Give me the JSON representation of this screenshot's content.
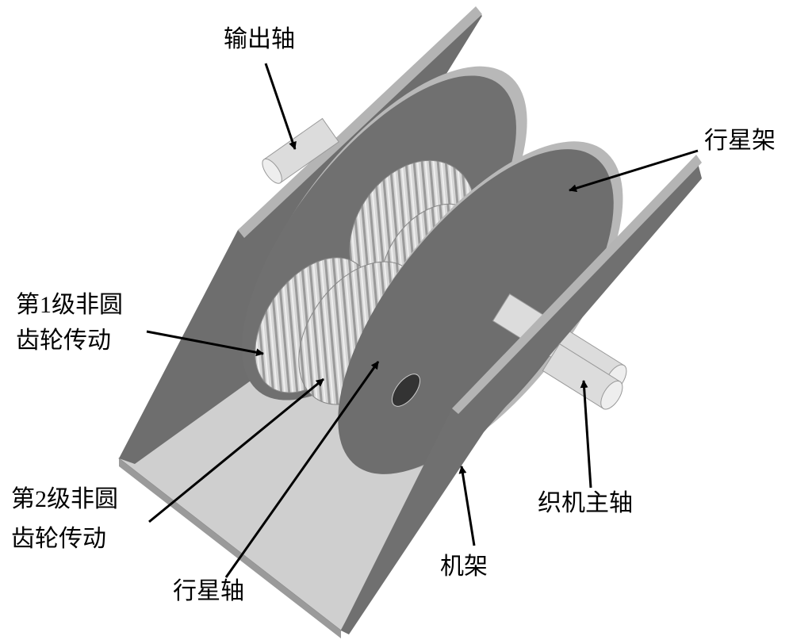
{
  "labels": {
    "output_shaft": "输出轴",
    "planet_carrier": "行星架",
    "stage1_line1": "第1级非圆",
    "stage1_line2": "齿轮传动",
    "stage2_line1": "第2级非圆",
    "stage2_line2": "齿轮传动",
    "planet_shaft": "行星轴",
    "frame": "机架",
    "loom_main_shaft": "织机主轴"
  },
  "colors": {
    "plate_dark": "#6e6e6e",
    "plate_edge": "#b4b4b4",
    "floor": "#cfcfcf",
    "gear": "#d4d4d4",
    "shaft": "#dcdcdc"
  }
}
